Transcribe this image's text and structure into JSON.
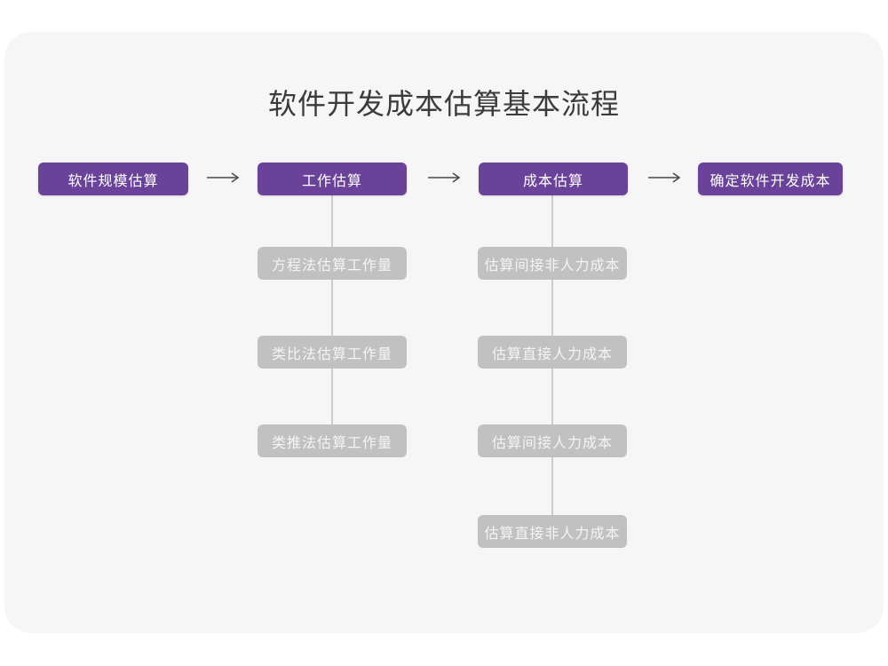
{
  "page": {
    "title": "软件开发成本估算基本流程"
  },
  "colors": {
    "canvas_background": "#ffffff",
    "card_background": "#f6f6f7",
    "primary_purple": "#6a4299",
    "secondary_gray": "#c1c1c1",
    "connector_line": "#cccccc",
    "arrow": "#4a4a4a",
    "title_text": "#3b3b3b"
  },
  "flow": {
    "main_nodes": [
      {
        "label": "软件规模估算"
      },
      {
        "label": "工作估算"
      },
      {
        "label": "成本估算"
      },
      {
        "label": "确定软件开发成本"
      }
    ],
    "work_estimation_children": [
      {
        "label": "方程法估算工作量"
      },
      {
        "label": "类比法估算工作量"
      },
      {
        "label": "类推法估算工作量"
      }
    ],
    "cost_estimation_children": [
      {
        "label": "估算间接非人力成本"
      },
      {
        "label": "估算直接人力成本"
      },
      {
        "label": "估算间接人力成本"
      },
      {
        "label": "估算直接非人力成本"
      }
    ],
    "arrow_glyph": "→"
  }
}
